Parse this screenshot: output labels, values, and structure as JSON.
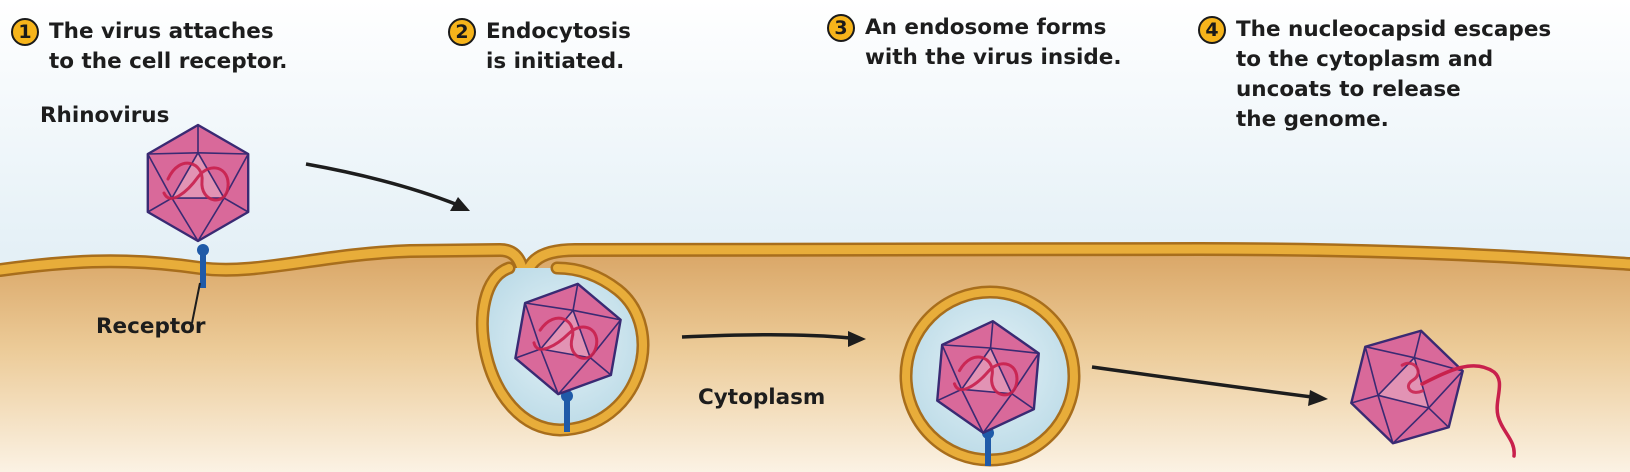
{
  "colors": {
    "extracellular_top": "#ffffff",
    "extracellular_bottom": "#cde3ef",
    "membrane": "#e8ad3a",
    "membrane_outline": "#a86e1c",
    "cytoplasm_top": "#d9a565",
    "cytoplasm_bottom": "#fbf2e4",
    "endosome_fill": "#cde6f0",
    "capsid_fill": "#d9699a",
    "capsid_light": "#eab6cb",
    "capsid_edges": "#3a2a73",
    "genome": "#c8204c",
    "receptor": "#1f5aa8",
    "step_badge": "#f6b41b"
  },
  "steps": [
    {
      "number": "1",
      "text": "The virus attaches\nto the cell receptor."
    },
    {
      "number": "2",
      "text": "Endocytosis\nis initiated."
    },
    {
      "number": "3",
      "text": "An endosome forms\nwith the virus inside."
    },
    {
      "number": "4",
      "text": "The nucleocapsid escapes\nto the cytoplasm and\nuncoats to release\nthe genome."
    }
  ],
  "labels": {
    "virus": "Rhinovirus",
    "receptor": "Receptor",
    "cytoplasm": "Cytoplasm"
  }
}
